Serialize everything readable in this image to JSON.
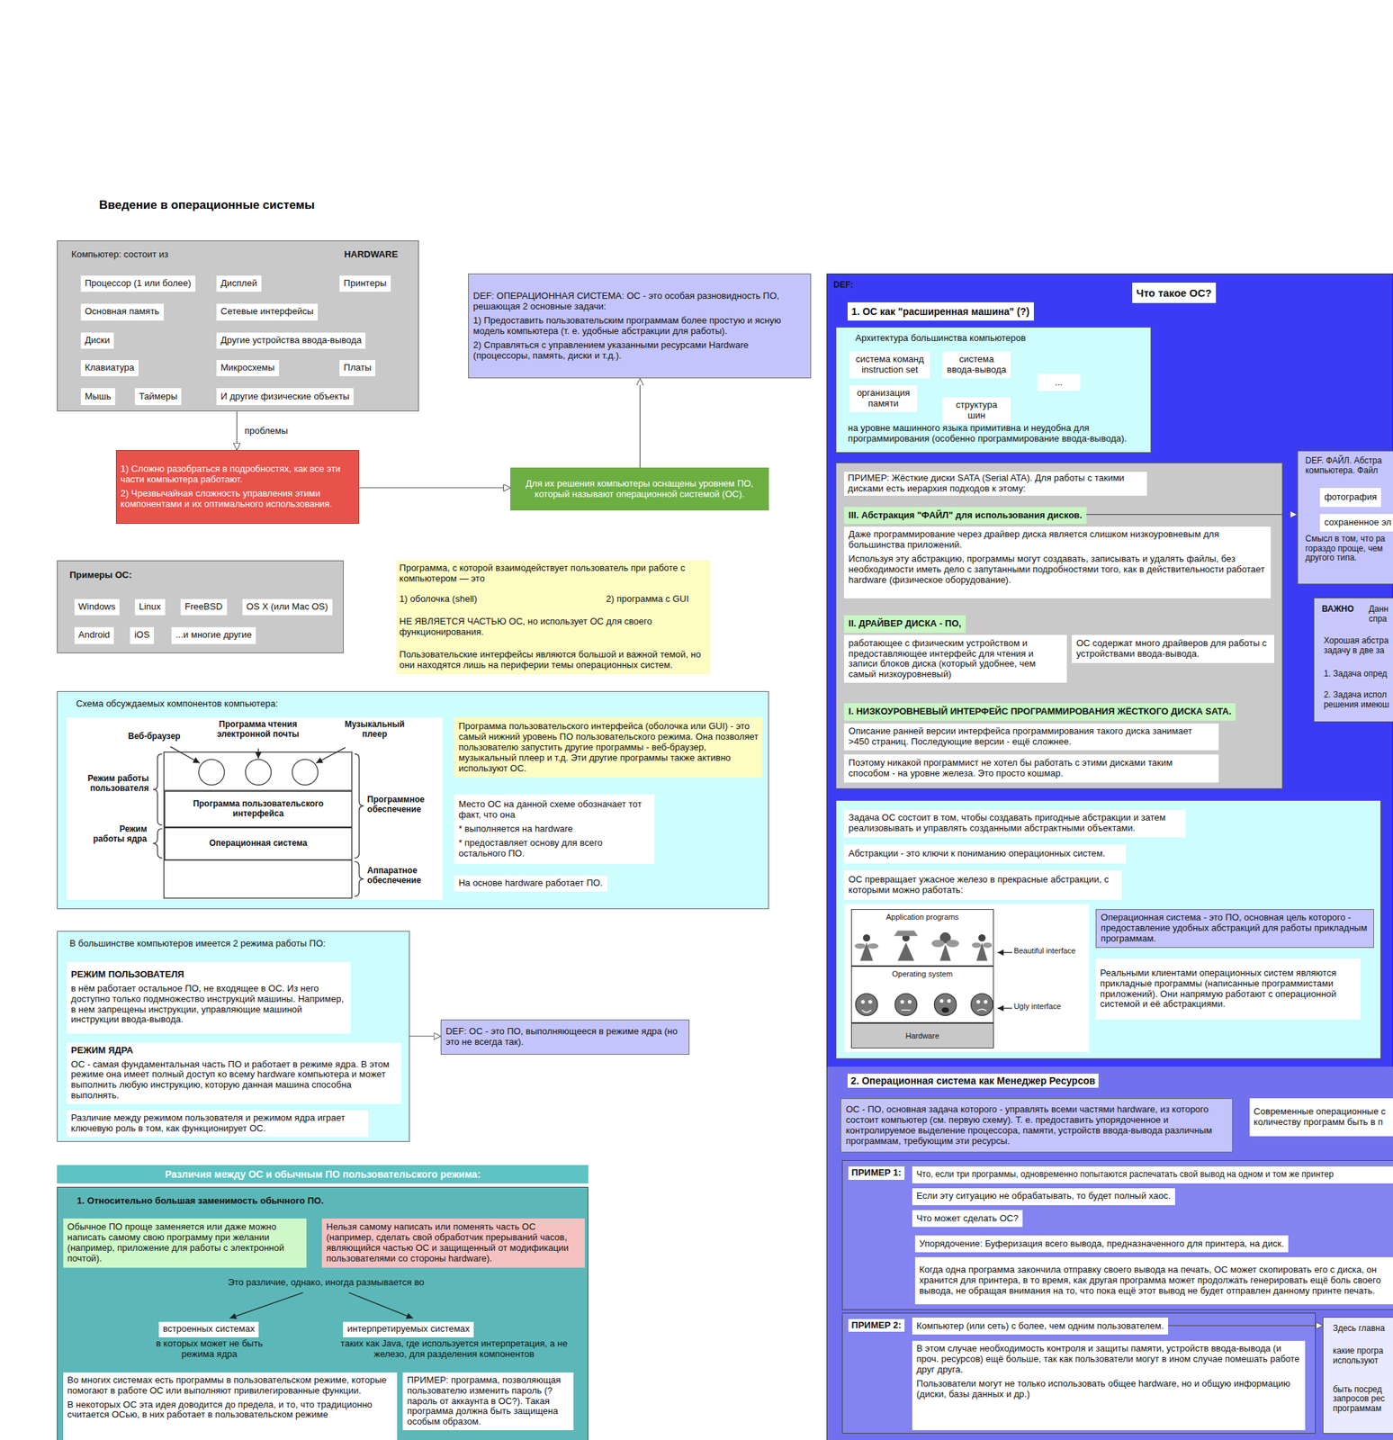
{
  "diagram": {
    "title": "Введение в операционные системы",
    "nodes": [
      {
        "text": [
          "Компьютер: состоит из",
          "HARDWARE"
        ]
      },
      {
        "text": [
          "Процессор (1 или более)"
        ],
        "in": 0
      },
      {
        "text": [
          "Дисплей"
        ],
        "in": 0
      },
      {
        "text": [
          "Принтеры"
        ],
        "in": 0
      },
      {
        "text": [
          "Основная память"
        ],
        "in": 0
      },
      {
        "text": [
          "Сетевые интерфейсы"
        ],
        "in": 0
      },
      {
        "text": [
          "Диски"
        ],
        "in": 0
      },
      {
        "text": [
          "Другие устройства ввода-вывода"
        ],
        "in": 0
      },
      {
        "text": [
          "Клавиатура"
        ],
        "in": 0
      },
      {
        "text": [
          "Микросхемы"
        ],
        "in": 0
      },
      {
        "text": [
          "Платы"
        ],
        "in": 0
      },
      {
        "text": [
          "Мышь"
        ],
        "in": 0
      },
      {
        "text": [
          "Таймеры"
        ],
        "in": 0
      },
      {
        "text": [
          "И другие физические объекты"
        ],
        "in": 0
      },
      {
        "text": [
          "DEF: ОПЕРАЦИОННАЯ СИСТЕМА: ОС - это особая разновидность ПО, решающая 2 основные задачи:",
          "1) Предоставить пользовательским программам более простую и ясную модель компьютера (т. е. удобные абстракции для работы).",
          "2) Справляться с управлением указанными ресурсами Hardware (процессоры, память, диски и т.д.)."
        ]
      },
      {
        "text": [
          "1) Сложно разобраться в подробностях, как все эти части компьютера работают.",
          "2) Чрезвычайная сложность управления этими компонентами и их оптимального использования."
        ]
      },
      {
        "text": [
          "Для их решения компьютеры оснащены уровнем ПО, который называют операционной системой (ОС)."
        ]
      },
      {
        "text": [
          "Примеры ОС:"
        ]
      },
      {
        "text": [
          "Windows"
        ],
        "in": 17
      },
      {
        "text": [
          "Linux"
        ],
        "in": 17
      },
      {
        "text": [
          "FreeBSD"
        ],
        "in": 17
      },
      {
        "text": [
          "OS X (или Mac OS)"
        ],
        "in": 17
      },
      {
        "text": [
          "Android"
        ],
        "in": 17
      },
      {
        "text": [
          "iOS"
        ],
        "in": 17
      },
      {
        "text": [
          "...и многие другие"
        ],
        "in": 17
      },
      {
        "text": [
          "Программа, с которой взаимодействует пользователь при работе с компьютером — это",
          "1) оболочка (shell)",
          "2) программа с GUI",
          "НЕ ЯВЛЯЕТСЯ ЧАСТЬЮ ОС, но использует ОС для своего функционирования.",
          "Пользовательские интерфейсы являются большой и важной темой, но они находятся лишь на периферии темы операционных систем."
        ]
      },
      {
        "text": [
          "Схема обсуждаемых компонентов компьютера:"
        ]
      },
      {
        "text": [
          "Программа пользовательского интерфейса"
        ],
        "in": 26
      },
      {
        "text": [
          "Операционная система"
        ],
        "in": 26
      },
      {
        "text": [
          "Программа пользовательского интерфейса (оболочка или GUI) - это самый нижний уровень ПО пользовательского режима. Она позволяет пользователю запустить другие программы - веб-браузер, музыкальный плеер и т.д. Эти другие программы также активно используют ОС."
        ],
        "in": 26
      },
      {
        "text": [
          "Место ОС на данной схеме обозначает тот факт, что она",
          "* выполняется на hardware",
          "* предоставляет основу для всего остального ПО."
        ],
        "in": 26
      },
      {
        "text": [
          "На основе hardware работает ПО."
        ],
        "in": 26
      },
      {
        "text": [
          "В большинстве компьютеров имеется 2 режима работы ПО:"
        ]
      },
      {
        "text": [
          "РЕЖИМ ПОЛЬЗОВАТЕЛЯ",
          "в нём работает остальное ПО, не входящее в ОС. Из него доступно только подмножество инструкций машины. Например, в нем запрещены инструкции, управляющие машиной инструкции ввода-вывода."
        ],
        "in": 32
      },
      {
        "text": [
          "РЕЖИМ ЯДРА",
          "ОС - самая фундаментальная часть ПО и работает в режиме ядра. В этом режиме она имеет полный доступ ко всему hardware компьютера и может выполнить любую инструкцию, которую данная машина способна выполнять."
        ],
        "in": 32
      },
      {
        "text": [
          "Различие между режимом пользователя и режимом ядра играет ключевую роль в том, как функционирует ОС."
        ],
        "in": 32
      },
      {
        "text": [
          "DEF: ОС - это ПО, выполняющееся в режиме ядра (но это не всегда так)."
        ]
      },
      {
        "text": [
          "Различия между ОС и обычным ПО пользовательского режима:"
        ]
      },
      {
        "text": [
          "1. Относительно большая заменимость обычного ПО."
        ]
      },
      {
        "text": [
          "Обычное ПО проще заменяется или даже можно написать самому свою программу при желании (например, приложение для работы с электронной почтой)."
        ],
        "in": 38
      },
      {
        "text": [
          "Нельзя самому написать или поменять часть ОС (например, сделать свой обработчик прерываний часов, являющийся частью ОС и защищенный от модификации пользователями со стороны hardware)."
        ],
        "in": 38
      },
      {
        "text": [
          "встроенных системах"
        ],
        "in": 38
      },
      {
        "text": [
          "интерпретируемых системах"
        ],
        "in": 38
      },
      {
        "text": [
          "Во многих системах есть программы в пользовательском режиме, которые помогают в работе ОС или выполняют привилегированные функции.",
          "В некоторых ОС эта идея доводится до предела, и то, что традиционно считается ОСью, в них работает в пользовательском режиме"
        ],
        "in": 38
      },
      {
        "text": [
          "ПРИМЕР: программа, позволяющая пользователю изменить пароль (?пароль от аккаунта в ОС?). Такая программа должна быть защищена особым образом."
        ],
        "in": 38
      },
      {
        "text": [
          "DEF:"
        ]
      },
      {
        "text": [
          "Что такое ОС?"
        ],
        "in": 45
      },
      {
        "text": [
          "1. ОС как \"расширенная машина\" (?)"
        ],
        "in": 45
      },
      {
        "text": [
          "Архитектура большинства компьютеров",
          "на уровне машинного языка примитивна и неудобна для программирования (особенно программирование ввода-вывода)."
        ],
        "in": 45
      },
      {
        "text": [
          "система команд instruction set"
        ],
        "in": 48
      },
      {
        "text": [
          "система ввода-вывода"
        ],
        "in": 48
      },
      {
        "text": [
          "..."
        ],
        "in": 48
      },
      {
        "text": [
          "организация памяти"
        ],
        "in": 48
      },
      {
        "text": [
          "структура шин"
        ],
        "in": 48
      },
      {
        "text": [
          "ПРИМЕР: Жёсткие диски SATA (Serial ATA). Для работы с такими дисками есть иерархия подходов к этому:"
        ],
        "in": 45
      },
      {
        "text": [
          "III. Абстракция \"ФАЙЛ\" для использования дисков."
        ],
        "in": 54
      },
      {
        "text": [
          "Даже программирование через драйвер диска является слишком низкоуровневым для большинства приложений.",
          "Используя эту абстракцию, программы могут создавать, записывать и удалять файлы, без необходимости иметь дело с запутанными подробностями того, как в действительности работает hardware (физическое оборудование)."
        ],
        "in": 54
      },
      {
        "text": [
          "II. ДРАЙВЕР ДИСКА - ПО,"
        ],
        "in": 54
      },
      {
        "text": [
          "работающее с физическим устройством и предоставляющее интерфейс для чтения и записи блоков диска (который удобнее, чем самый низкоуровневый)"
        ],
        "in": 54
      },
      {
        "text": [
          "ОС содержат много драйверов для работы с устройствами ввода-вывода."
        ],
        "in": 54
      },
      {
        "text": [
          "I. НИЗКОУРОВНЕВЫЙ ИНТЕРФЕЙС ПРОГРАММИРОВАНИЯ ЖЁСТКОГО ДИСКА SATA."
        ],
        "in": 54
      },
      {
        "text": [
          "Описание ранней версии интерфейса программирования такого диска занимает >450 страниц. Последующие версии - ещё сложнее."
        ],
        "in": 54
      },
      {
        "text": [
          "Поэтому никакой программист не хотел бы работать с этими дисками таким способом - на уровне железа. Это просто кошмар."
        ],
        "in": 54
      },
      {
        "text": [
          "DEF. ФАЙЛ. Абстра компьютера. Файл",
          "Смысл в том, что ра гораздо проще, чем другого типа."
        ],
        "in": 45
      },
      {
        "text": [
          "фотография"
        ],
        "in": 63
      },
      {
        "text": [
          "сохраненное эл"
        ],
        "in": 63
      },
      {
        "text": [
          "ВАЖНО",
          "Данн спра",
          "Хорошая абстра задачу в две за",
          "1. Задача опред",
          "2. Задача испол решения имеюш"
        ],
        "in": 45
      },
      {
        "text": [],
        "in": 45
      },
      {
        "text": [
          "Задача ОС состоит в том, чтобы создавать пригодные абстракции и затем реализовывать и управлять созданными абстрактными объектами."
        ],
        "in": 67
      },
      {
        "text": [
          "Абстракции - это ключи к пониманию операционных систем."
        ],
        "in": 67
      },
      {
        "text": [
          "ОС превращает ужасное железо в прекрасные абстракции, с которыми можно работать:"
        ],
        "in": 67
      },
      {
        "text": [
          "Application programs"
        ],
        "in": 67
      },
      {
        "text": [
          "Operating system"
        ],
        "in": 67
      },
      {
        "text": [
          "Hardware"
        ],
        "in": 67
      },
      {
        "text": [
          "Операционная система - это ПО, основная цель которого - предоставление удобных абстракций для работы прикладным программам."
        ],
        "in": 67
      },
      {
        "text": [
          "Реальными клиентами операционных систем являются прикладные программы (написанные программистами приложений). Они напрямую работают с операционной системой и её абстракциями."
        ],
        "in": 67
      },
      {
        "text": [
          "2. Операционная система как Менеджер Ресурсов"
        ],
        "in": 45
      },
      {
        "text": [
          "ОС - ПО, основная задача которого - управлять всеми частями hardware, из которого состоит компьютер (см. первую схему). Т. е. предоставить упорядоченное и контролируемое выделение процессора, памяти, устройств ввода-вывода различным программам, требующим эти ресурсы."
        ],
        "in": 76
      },
      {
        "text": [
          "Современные операционные с количеству программ быть в п"
        ],
        "in": 76
      },
      {
        "text": [
          "ПРИМЕР 1:"
        ],
        "in": 76
      },
      {
        "text": [
          "Что, если три программы, одновременно попытаются распечатать свой вывод на одном и том же принтер"
        ],
        "in": 79
      },
      {
        "text": [
          "Если эту ситуацию не обрабатывать, то будет полный хаос."
        ],
        "in": 79
      },
      {
        "text": [
          "Что может сделать ОС?"
        ],
        "in": 79
      },
      {
        "text": [
          "Упорядочение: Буферизация всего вывода, предназначенного для принтера, на диск."
        ],
        "in": 79
      },
      {
        "text": [
          "Когда одна программа закончила отправку своего вывода на печать, ОС может скопировать его с диска, он хранится для принтера, в то время, как другая программа может продолжать генерировать ещё боль своего вывода, не обращая внимания на то, что пока ещё этот вывод не будет отправлен данному принте печать."
        ],
        "in": 79
      },
      {
        "text": [
          "ПРИМЕР 2:"
        ],
        "in": 76
      },
      {
        "text": [
          "Компьютер (или сеть) с более, чем одним пользователем."
        ],
        "in": 85
      },
      {
        "text": [
          "В этом случае необходимость контроля и защиты памяти, устройств ввода-вывода (и проч. ресурсов) ещё больше, так как пользователи могут в ином случае помешать работе друг друга.",
          "Пользователи могут не только использовать общее hardware, но и общую информацию (диски, базы данных и др.)"
        ],
        "in": 85
      },
      {
        "text": [
          "Здесь главна",
          "какие програ используют",
          "быть посред запросов рес программам"
        ],
        "in": 76
      }
    ],
    "edges": [
      {
        "from": 0,
        "to": 15,
        "label": "проблемы",
        "arrow": "to"
      },
      {
        "from": 15,
        "to": 16,
        "arrow": "to"
      },
      {
        "from": 16,
        "to": 14,
        "arrow": "to"
      },
      {
        "from": 32,
        "to": 36,
        "arrow": "to"
      },
      {
        "from": 55,
        "to": 63,
        "arrow": "to"
      },
      {
        "from": 86,
        "to": 88,
        "arrow": "to"
      }
    ],
    "labels": [
      "Веб-браузер",
      "Программа чтения электронной почты",
      "Музыкальный плеер",
      "Режим работы пользователя",
      "Программное обеспечение",
      "Режим работы ядра",
      "Аппаратное обеспечение",
      "Это различие, однако, иногда размывается во",
      "в которых может не быть режима ядра",
      "таких как Java, где используется интерпретация, а не железо, для разделения компонентов",
      "Beautiful interface",
      "Ugly interface"
    ]
  }
}
